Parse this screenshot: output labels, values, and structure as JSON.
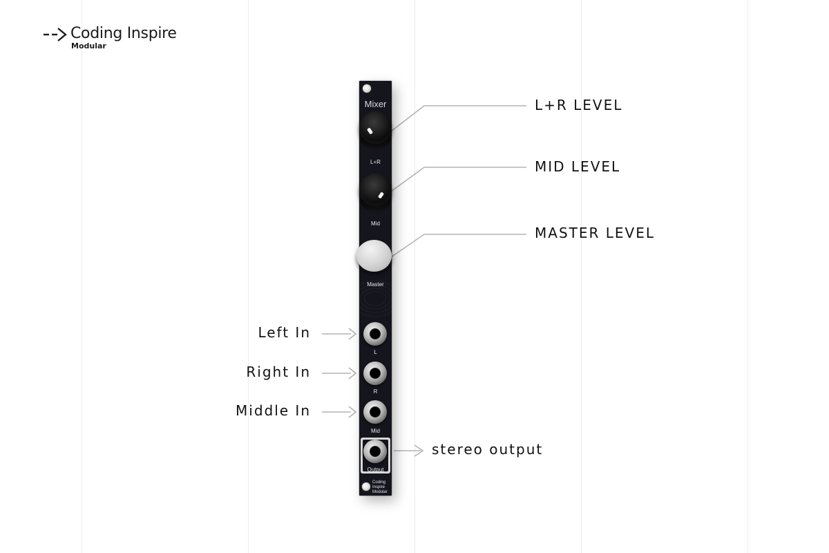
{
  "logo": {
    "arrow": "arrow-logo-icon",
    "title": "Coding Inspire",
    "subtitle": "Modular"
  },
  "module": {
    "title": "Mixer",
    "knobs": [
      {
        "label": "L+R",
        "style": "black"
      },
      {
        "label": "Mid",
        "style": "black"
      },
      {
        "label": "Master",
        "style": "white"
      }
    ],
    "jacks": [
      {
        "label": "L"
      },
      {
        "label": "R"
      },
      {
        "label": "Mid"
      },
      {
        "label": "Output"
      }
    ],
    "brand_lines": [
      "Coding",
      "Inspire",
      "Modular"
    ],
    "colors": {
      "panel": "#15151d",
      "text": "#e6e6ee"
    }
  },
  "annotations": {
    "lr_level": "L+R LEVEL",
    "mid_level": "MID LEVEL",
    "master_level": "MASTER LEVEL",
    "left_in": "Left In",
    "right_in": "Right In",
    "middle_in": "Middle In",
    "stereo_output": "stereo output"
  },
  "colors": {
    "connector": "#b3b3b3",
    "text": "#111111",
    "background": "#ffffff"
  }
}
